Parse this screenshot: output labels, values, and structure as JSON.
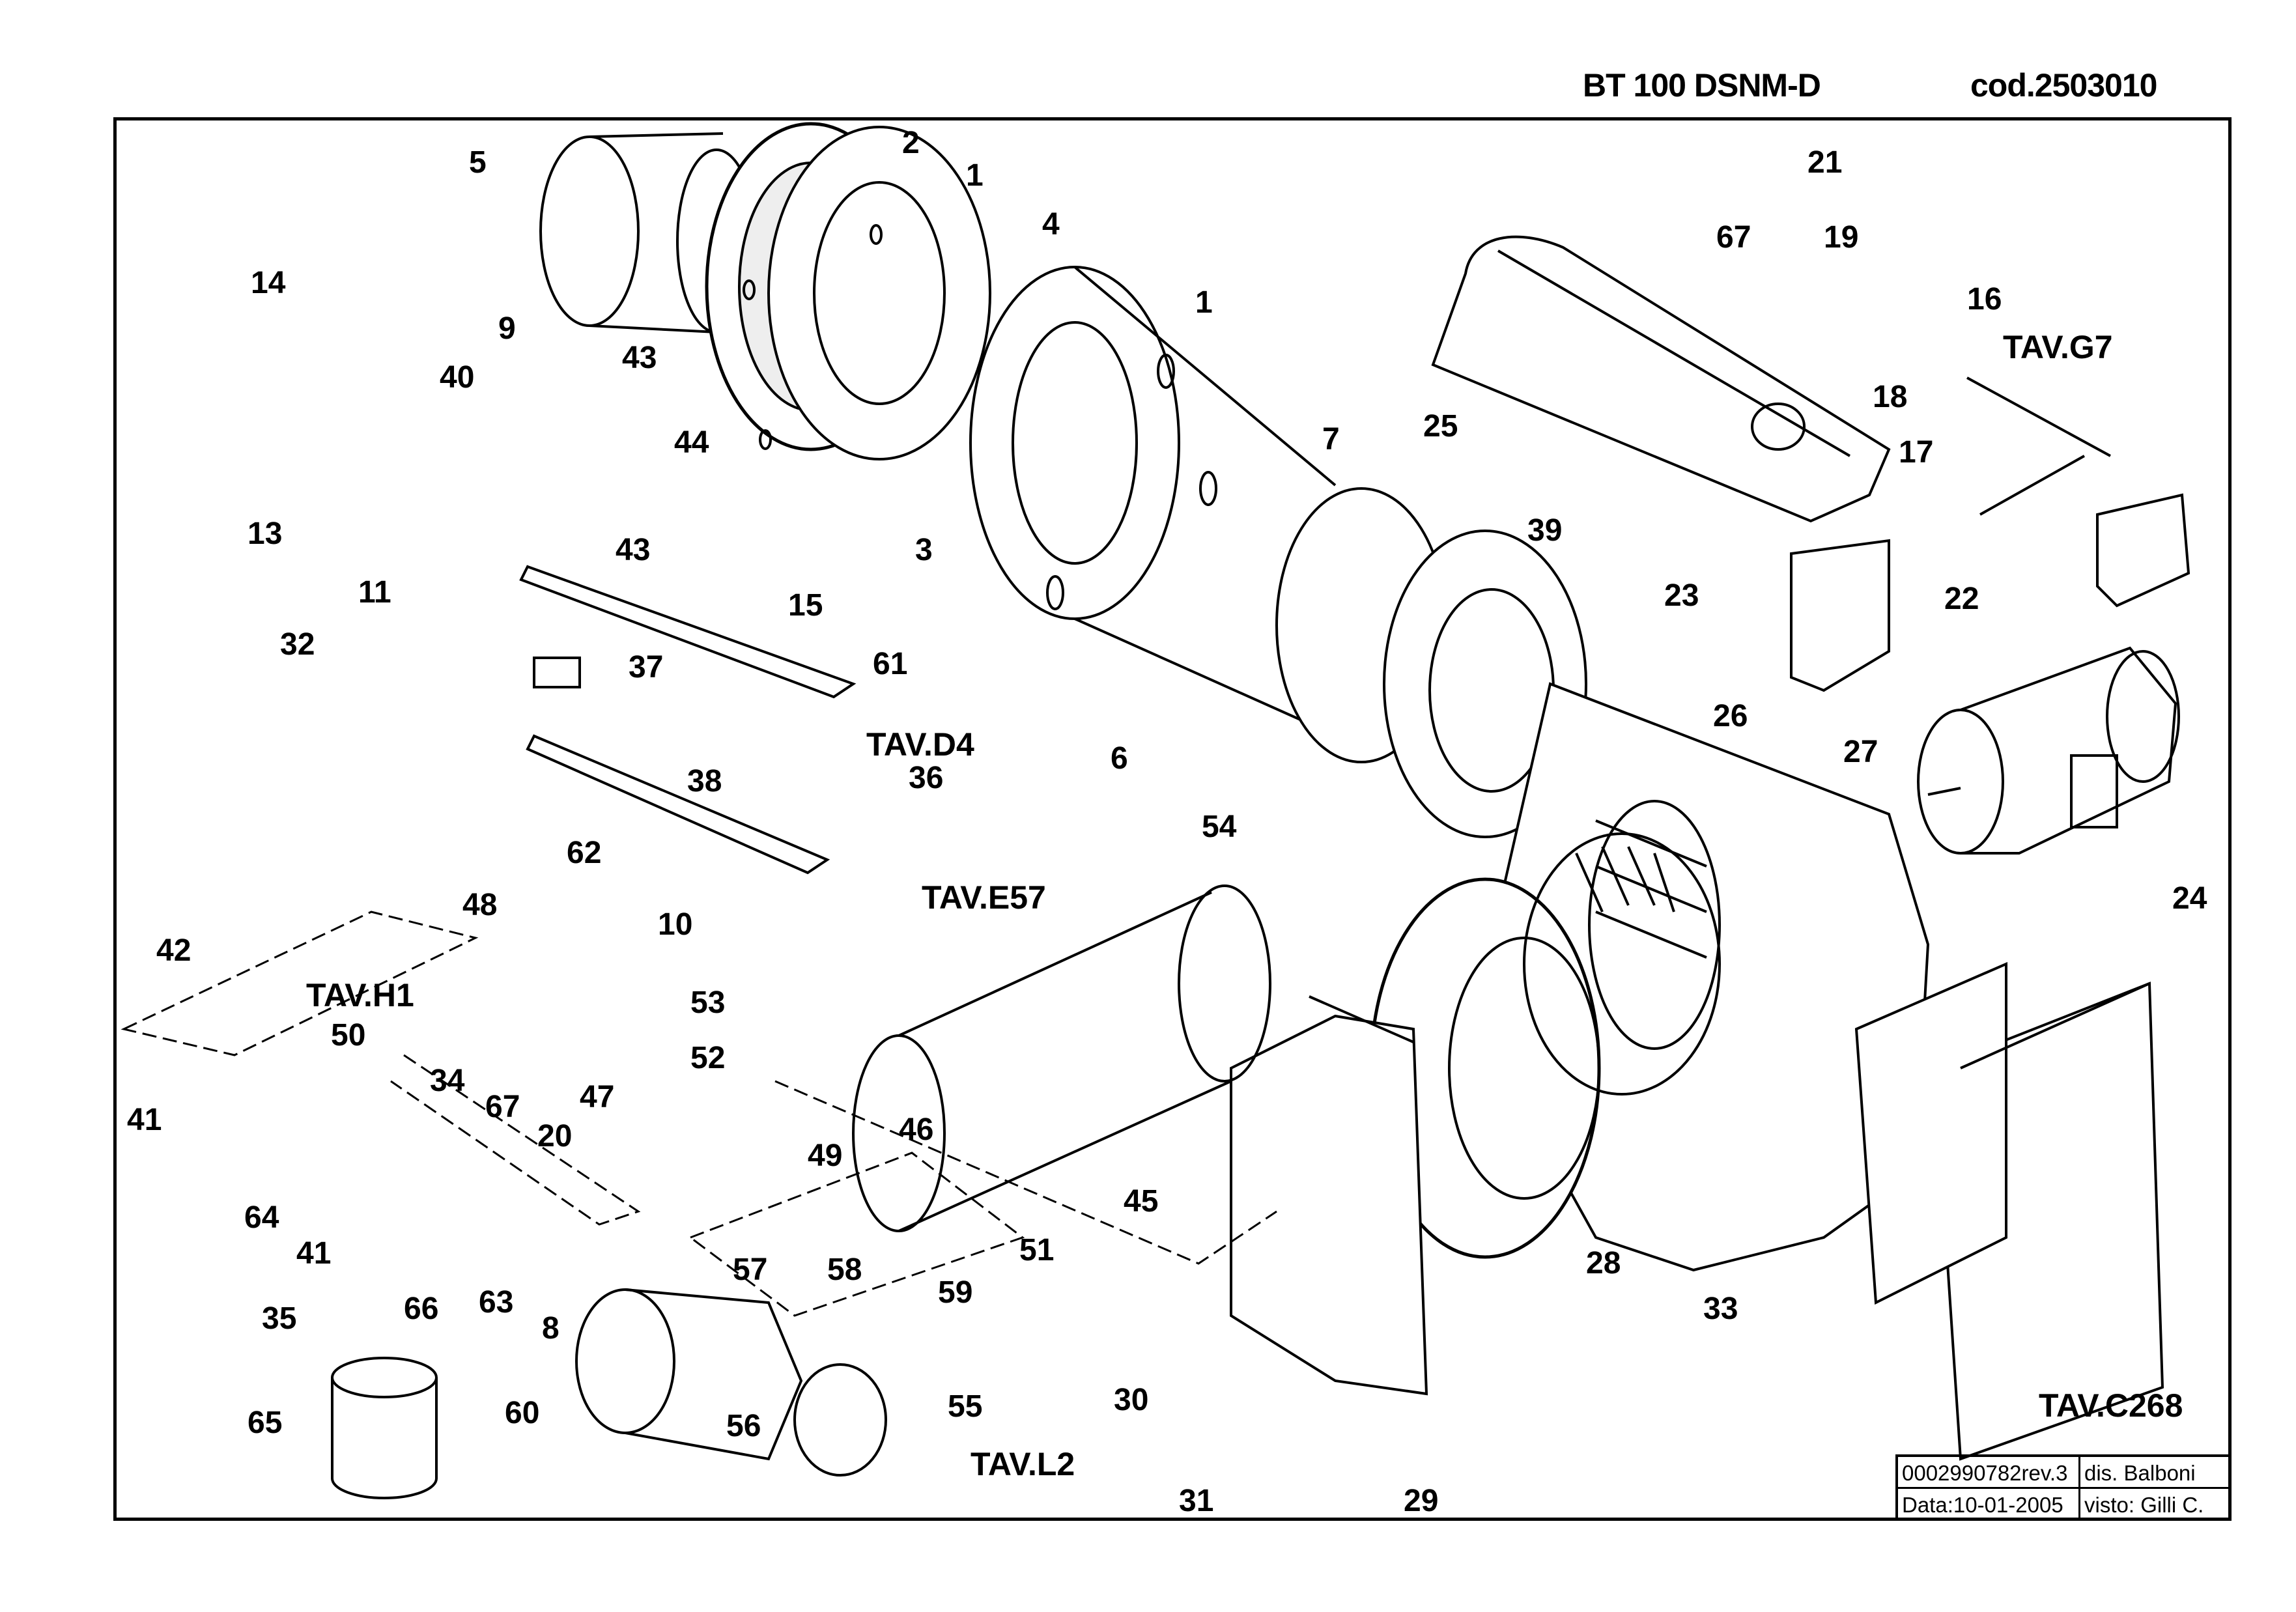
{
  "header": {
    "model": "BT 100 DSNM-D",
    "code": "cod.2503010"
  },
  "callouts": [
    "1",
    "1",
    "2",
    "3",
    "4",
    "5",
    "6",
    "7",
    "8",
    "9",
    "10",
    "11",
    "13",
    "14",
    "15",
    "16",
    "17",
    "18",
    "19",
    "20",
    "21",
    "22",
    "23",
    "24",
    "25",
    "26",
    "27",
    "28",
    "29",
    "30",
    "31",
    "32",
    "33",
    "34",
    "35",
    "36",
    "37",
    "38",
    "39",
    "40",
    "41",
    "41",
    "42",
    "43",
    "43",
    "44",
    "45",
    "46",
    "47",
    "48",
    "49",
    "50",
    "51",
    "52",
    "53",
    "54",
    "55",
    "56",
    "57",
    "58",
    "59",
    "60",
    "61",
    "62",
    "63",
    "64",
    "65",
    "66",
    "67",
    "67"
  ],
  "table_refs": [
    "TAV.G7",
    "TAV.D4",
    "TAV.E57",
    "TAV.H1",
    "TAV.L2",
    "TAV.C268"
  ],
  "title_block": {
    "drawing_no": "0002990782rev.3",
    "drawn_by": "dis. Balboni",
    "date": "Data:10-01-2005",
    "checked_by": "visto: Gilli C."
  }
}
